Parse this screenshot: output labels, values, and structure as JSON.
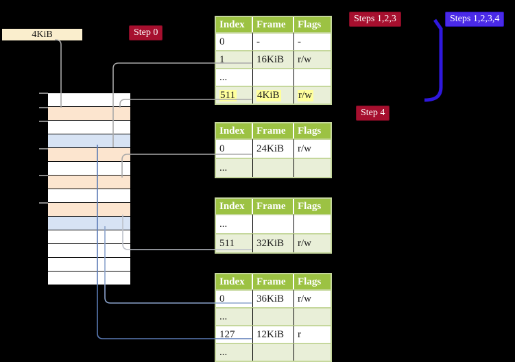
{
  "page_size_label": "4KiB",
  "badges": {
    "step0": "Step 0",
    "steps123": "Steps 1,2,3",
    "steps1234": "Steps 1,2,3,4",
    "step4": "Step 4"
  },
  "memory_stack": {
    "rows": [
      "white",
      "peach",
      "white",
      "blue",
      "peach",
      "white",
      "peach",
      "white",
      "peach",
      "blue",
      "white",
      "white",
      "white",
      "white"
    ]
  },
  "tables": [
    {
      "columns": [
        "Index",
        "Frame",
        "Flags"
      ],
      "rows": [
        {
          "cells": [
            "0",
            "-",
            "-"
          ],
          "shaded": false,
          "highlighted": false
        },
        {
          "cells": [
            "1",
            "16KiB",
            "r/w"
          ],
          "shaded": true,
          "highlighted": false
        },
        {
          "cells": [
            "...",
            "",
            ""
          ],
          "shaded": false,
          "highlighted": false
        },
        {
          "cells": [
            "511",
            "4KiB",
            "r/w"
          ],
          "shaded": true,
          "highlighted": true
        }
      ]
    },
    {
      "columns": [
        "Index",
        "Frame",
        "Flags"
      ],
      "rows": [
        {
          "cells": [
            "0",
            "24KiB",
            "r/w"
          ],
          "shaded": false,
          "highlighted": false
        },
        {
          "cells": [
            "...",
            "",
            ""
          ],
          "shaded": true,
          "highlighted": false
        }
      ]
    },
    {
      "columns": [
        "Index",
        "Frame",
        "Flags"
      ],
      "rows": [
        {
          "cells": [
            "...",
            "",
            ""
          ],
          "shaded": false,
          "highlighted": false
        },
        {
          "cells": [
            "511",
            "32KiB",
            "r/w"
          ],
          "shaded": true,
          "highlighted": false
        }
      ]
    },
    {
      "columns": [
        "Index",
        "Frame",
        "Flags"
      ],
      "rows": [
        {
          "cells": [
            "0",
            "36KiB",
            "r/w"
          ],
          "shaded": false,
          "highlighted": false
        },
        {
          "cells": [
            "...",
            "",
            ""
          ],
          "shaded": true,
          "highlighted": false
        },
        {
          "cells": [
            "127",
            "12KiB",
            "r"
          ],
          "shaded": false,
          "highlighted": false
        },
        {
          "cells": [
            "...",
            "",
            ""
          ],
          "shaded": true,
          "highlighted": false
        }
      ]
    }
  ],
  "colors": {
    "background": "#000000",
    "table_header_green": "#9cc243",
    "table_row_green": "#e9efd8",
    "table_border_green": "#c5d79c",
    "highlight_yellow": "#ffff9c",
    "page_label_beige": "#faeecd",
    "memory_row_peach": "#fce5cf",
    "memory_row_blue": "#d7e3f4",
    "badge_red": "#a60f2e",
    "badge_blue": "#4a2ae8",
    "arrow_gray": "#a9a9a9",
    "arrow_silver": "#bdc1c9",
    "arrow_slate": "#8ba3cc",
    "arrow_blue": "#5a7ab5",
    "big_arrow_blue": "#2f18dd"
  }
}
